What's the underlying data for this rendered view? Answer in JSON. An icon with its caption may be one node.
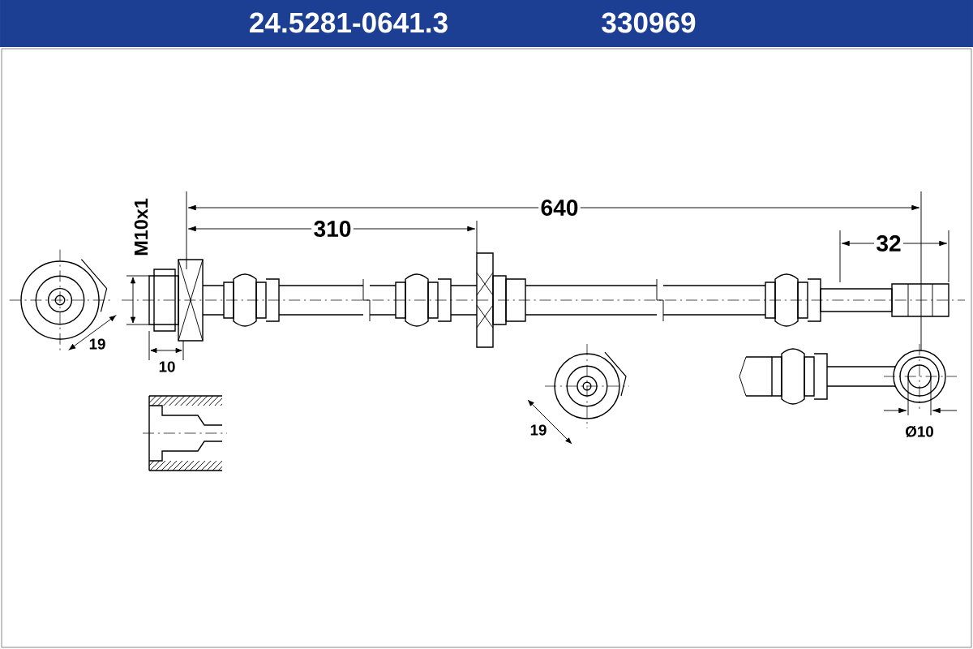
{
  "diagram": {
    "title": "24.5281-0641.3",
    "labels": [
      "330969",
      "M10x1",
      "310",
      "640",
      "32",
      "19",
      "10",
      "19",
      "Ø10"
    ]
  }
}
